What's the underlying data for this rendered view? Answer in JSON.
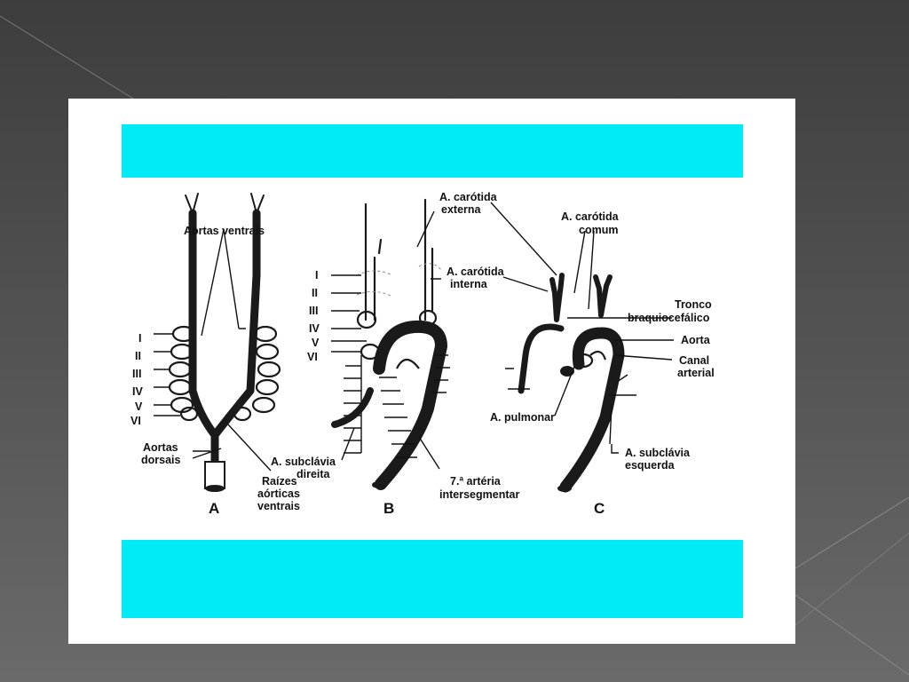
{
  "figure": {
    "panels": [
      "A",
      "B",
      "C"
    ],
    "arch_labels": [
      "I",
      "II",
      "III",
      "IV",
      "V",
      "VI"
    ],
    "panel_a": {
      "aortas_ventrais": "Aortas ventrais",
      "aortas_dorsais_1": "Aortas",
      "aortas_dorsais_2": "dorsais",
      "raizes_1": "Raízes",
      "raizes_2": "aórticas",
      "raizes_3": "ventrais"
    },
    "panel_b": {
      "carotida_externa_1": "A. carótida",
      "carotida_externa_2": "externa",
      "carotida_interna_1": "A. carótida",
      "carotida_interna_2": "interna",
      "subclavia_direita_1": "A. subclávia",
      "subclavia_direita_2": "direita",
      "intersegmentar_1": "7.ª artéria",
      "intersegmentar_2": "intersegmentar"
    },
    "panel_c": {
      "carotida_comum_1": "A. carótida",
      "carotida_comum_2": "comum",
      "tronco_1": "Tronco",
      "tronco_2": "braquiocefálico",
      "aorta": "Aorta",
      "canal_1": "Canal",
      "canal_2": "arterial",
      "pulmonar": "A. pulmonar",
      "subclavia_esquerda_1": "A. subclávia",
      "subclavia_esquerda_2": "esquerda"
    }
  },
  "colors": {
    "band": "#00ebf5",
    "background": "#4a4a4a"
  }
}
